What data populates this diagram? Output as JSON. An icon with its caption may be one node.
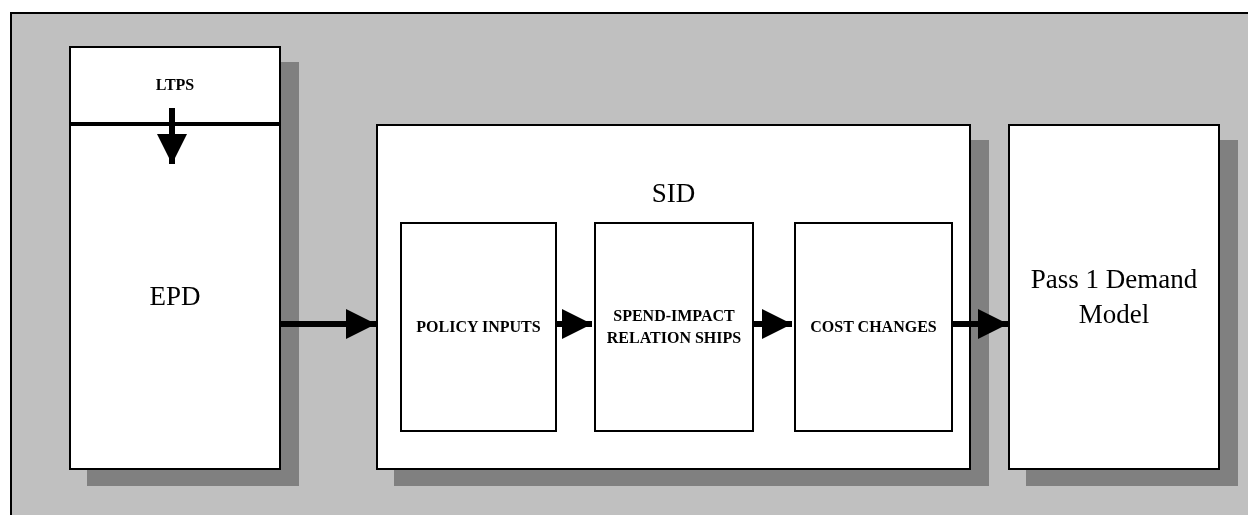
{
  "diagram": {
    "nodes": [
      {
        "text": [
          "LTPS"
        ]
      },
      {
        "text": [
          "EPD"
        ]
      },
      {
        "text": [
          "SID"
        ]
      },
      {
        "text": [
          "POLICY INPUTS"
        ],
        "in": 2
      },
      {
        "text": [
          "SPEND-IMPACT RELATION SHIPS"
        ],
        "in": 2
      },
      {
        "text": [
          "COST CHANGES"
        ],
        "in": 2
      },
      {
        "text": [
          "Pass 1 Demand Model"
        ]
      }
    ],
    "edges": [
      {
        "from": 0,
        "to": 1,
        "arrow": "to"
      },
      {
        "from": 1,
        "to": 2,
        "arrow": "to"
      },
      {
        "from": 3,
        "to": 4,
        "arrow": "to"
      },
      {
        "from": 4,
        "to": 5,
        "arrow": "to"
      },
      {
        "from": 5,
        "to": 6,
        "arrow": "to"
      }
    ]
  }
}
